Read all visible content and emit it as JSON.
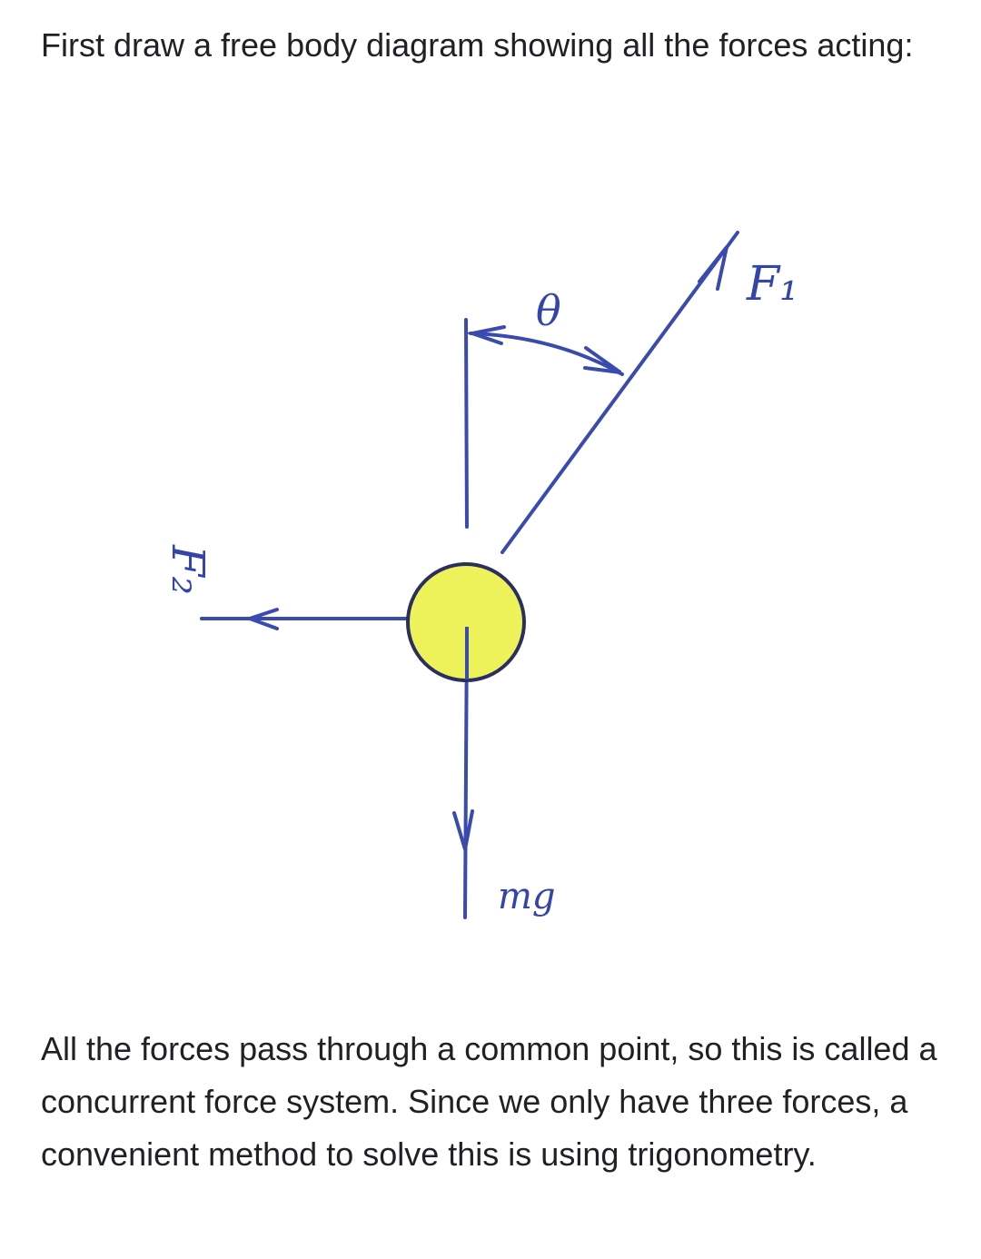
{
  "intro_text": "First draw a free body diagram showing all the forces acting:",
  "diagram": {
    "labels": {
      "f1": "F₁",
      "f2": "F₂",
      "mg": "mg",
      "theta": "θ"
    },
    "colors": {
      "ink": "#3a4bb0",
      "mass": "#eef25a"
    }
  },
  "conclusion_text": "All the forces pass through a common point, so this is called a concurrent force system. Since we only have three forces, a convenient method to solve this is using trigonometry."
}
